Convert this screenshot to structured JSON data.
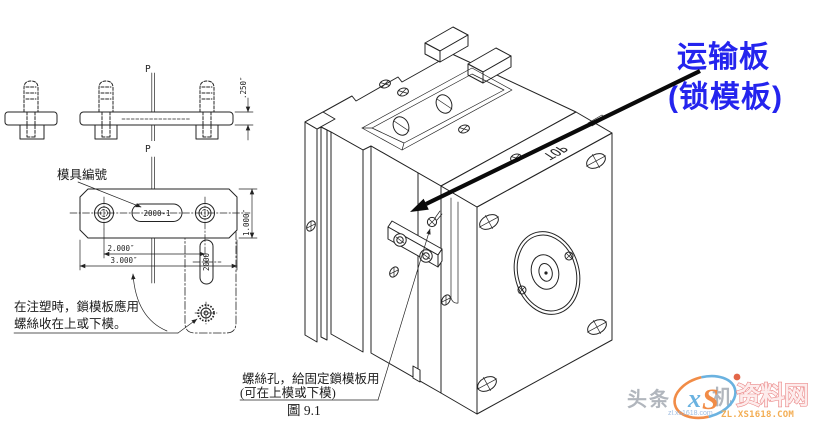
{
  "colors": {
    "ink": "#232323",
    "accent-blue": "#2424ee",
    "wm-gray": "#a7adb5",
    "wm-red": "#e87878",
    "wm-red-fill": "#fdeaea",
    "wm-orange": "#f2a23c",
    "wm-logo-orange": "#f07d2e",
    "wm-logo-blue": "#56a8dc"
  },
  "left_view": {
    "section_mark": "P",
    "mold_number_label": "模具編號",
    "slot_text": "2000-1",
    "slot_text_vertical": "2000",
    "dim_thickness": ".250″",
    "dim_height": "1.000″",
    "dim_hole_span": "2.000″",
    "dim_width": "3.000″",
    "note_line1": "在注塑時，鎖模板應用",
    "note_line2": "螺絲收在上或下模。"
  },
  "iso_view": {
    "top_mark": "TOP",
    "note_line1": "螺絲孔，給固定鎖模板用",
    "note_line2": "(可在上模或下模)"
  },
  "caption": "圖 9.1",
  "callout": {
    "line1": "运输板",
    "line2": "(锁模板)"
  },
  "watermark": {
    "left_text": "头条",
    "mid_text": "机",
    "logo_letter1": "x",
    "logo_letter2": "S",
    "site_name": "资料网",
    "url": "ZL.XS1618.COM",
    "url_small": "zl.xs1618.com"
  }
}
